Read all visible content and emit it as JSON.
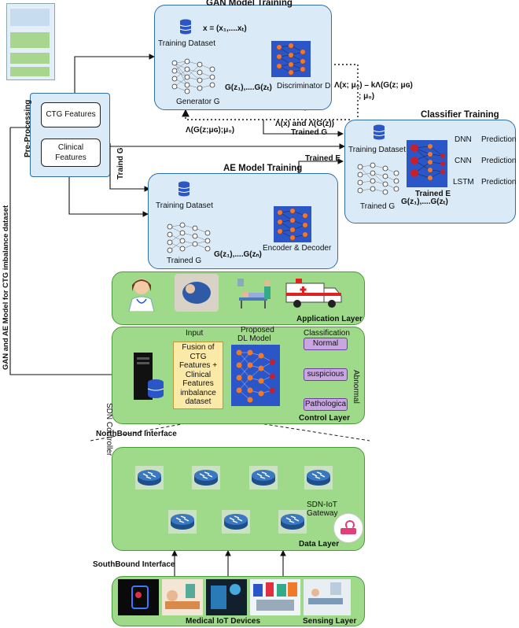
{
  "gan": {
    "title": "GAN Model Training",
    "training_dataset": "Training Dataset",
    "x_eq": "x = (x₁,....xₜ)",
    "generator": "Generator G",
    "gz": "G(z₁),....G(zₜ)",
    "discriminator": "Discriminator D",
    "loss": "Λ(x; μ₀) – kΛ(G(z; μɢ)",
    "loss2": "; μ₀)",
    "lx": "Λ(x) and Λ(G(z))",
    "lgz": "Λ(G(z;μɢ);μ₀)",
    "trained_g": "Trained G"
  },
  "preproc": {
    "title": "Pre-Processing",
    "ctg": "CTG Features",
    "clinical": "Clinical Features",
    "traind_g": "Traind G"
  },
  "ae": {
    "title": "AE Model Training",
    "training_dataset": "Training Dataset",
    "trained_g": "Trained G",
    "gz": "G(z₁),....G(zₙ)",
    "encdec": "Encoder & Decoder",
    "trained_e": "Trained E"
  },
  "classifier": {
    "title": "Classifier Training",
    "training_dataset": "Training Dataset",
    "trained_g": "Trained G",
    "gz": "G(z₁),....G(zₜ)",
    "trained_e": "Trained E",
    "dnn": "DNN",
    "cnn": "CNN",
    "lstm": "LSTM",
    "prediction": "Prediction"
  },
  "side_label": "GAN and AE Model for CTG imbalance dataset",
  "application_layer": "Application Layer",
  "control": {
    "sdn": "SDN Controller",
    "input": "Input",
    "fusion": [
      "Fusion of",
      "CTG",
      "Features +",
      "Clinical",
      "Features",
      "imbalance",
      "dataset"
    ],
    "proposed": "Proposed",
    "dl_model": "DL Model",
    "classification": "Classification",
    "normal": "Normal",
    "suspicious": "suspicious",
    "pathological": "Pathologica",
    "abnormal": "Abnormal",
    "layer": "Control Layer"
  },
  "northbound": "NorthBound Interface",
  "data_layer": {
    "gateway": [
      "SDN-IoT",
      "Gateway"
    ],
    "layer": "Data Layer"
  },
  "southbound": "SouthBound Interface",
  "sensing": {
    "devices": "Medical IoT Devices",
    "layer": "Sensing Layer"
  },
  "colors": {
    "blue_panel": "#dbeaf7",
    "green_panel": "#9fd98a",
    "nn_blue": "#2a56c8",
    "neuron_orange": "#f07a2a",
    "neuron_red": "#c8202a",
    "purple": "#c8a6e0",
    "fusion_yellow": "#fbe9a8"
  }
}
